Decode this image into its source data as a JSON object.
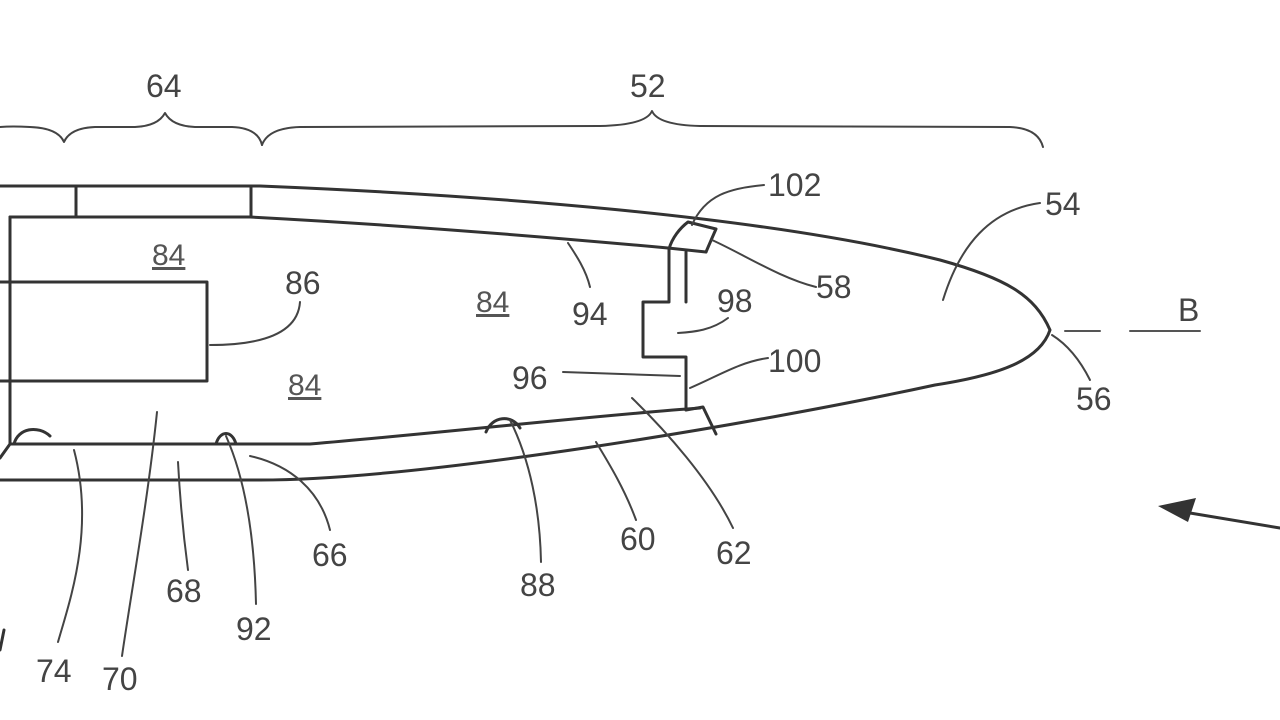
{
  "labels": {
    "ref_64": "64",
    "ref_52": "52",
    "ref_102": "102",
    "ref_54": "54",
    "ref_58": "58",
    "ref_86": "86",
    "ref_98": "98",
    "ref_94": "94",
    "ref_84_a": "84",
    "ref_84_b": "84",
    "ref_84_c": "84",
    "ref_96": "96",
    "ref_100": "100",
    "ref_b": "B",
    "ref_56": "56",
    "ref_66": "66",
    "ref_60": "60",
    "ref_62": "62",
    "ref_88": "88",
    "ref_68": "68",
    "ref_92": "92",
    "ref_74": "74",
    "ref_70": "70"
  }
}
